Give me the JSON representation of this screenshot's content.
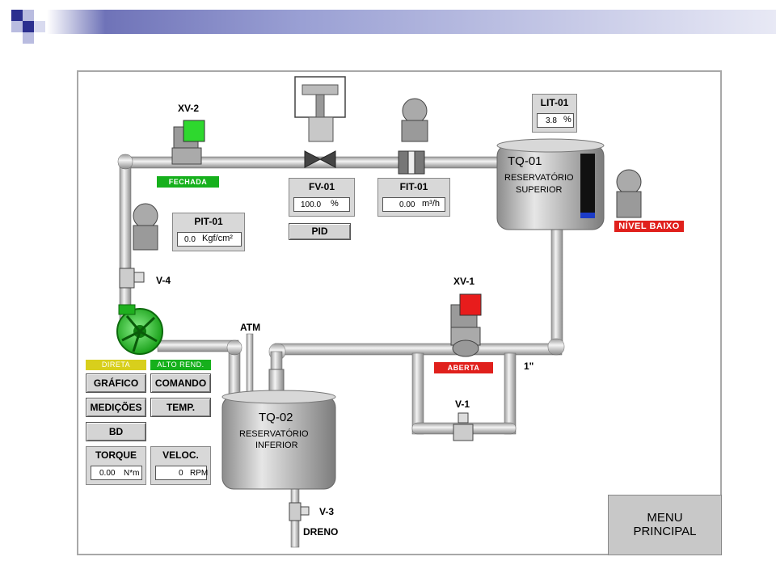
{
  "slide_colors": {
    "bar_start": "#6f73b8",
    "square_dark": "#2b2f8f",
    "square_light": "#b9bce0"
  },
  "valves": {
    "xv2": {
      "tag": "XV-2",
      "status": "FECHADA",
      "status_color": "#16b01c"
    },
    "xv1": {
      "tag": "XV-1",
      "status": "ABERTA",
      "status_color": "#e0201c"
    },
    "v4": "V-4",
    "v1": "V-1",
    "v3": "V-3"
  },
  "instruments": {
    "fv01": {
      "tag": "FV-01",
      "value": "100.0",
      "unit": "%"
    },
    "fit01": {
      "tag": "FIT-01",
      "value": "0.00",
      "unit": "m³/h"
    },
    "pit01": {
      "tag": "PIT-01",
      "value": "0.0",
      "unit": "Kgf/cm²"
    },
    "lit01": {
      "tag": "LIT-01",
      "value": "3.8",
      "unit": "%",
      "level_fraction": 0.038
    },
    "pid_label": "PID"
  },
  "tanks": {
    "tq01": {
      "tag": "TQ-01",
      "line1": "RESERVATÓRIO",
      "line2": "SUPERIOR",
      "alarm": "NÍVEL BAIXO",
      "alarm_color": "#e0201c"
    },
    "tq02": {
      "tag": "TQ-02",
      "line1": "RESERVATÓRIO",
      "line2": "INFERIOR"
    }
  },
  "labels": {
    "atm": "ATM",
    "dreno": "DRENO",
    "pipe_size": "1\""
  },
  "pump": {
    "mode_left": "DIRETA",
    "mode_right": "ALTO REND.",
    "mode_left_color": "#d8cf1c",
    "mode_right_color": "#16b01c"
  },
  "buttons": {
    "grafico": "GRÁFICO",
    "comando": "COMANDO",
    "medicoes": "MEDIÇÕES",
    "temp": "TEMP.",
    "bd": "BD"
  },
  "readouts": {
    "torque": {
      "label": "TORQUE",
      "value": "0.00",
      "unit": "N*m"
    },
    "veloc": {
      "label": "VELOC.",
      "value": "0",
      "unit": "RPM"
    }
  },
  "menu": {
    "line1": "MENU",
    "line2": "PRINCIPAL"
  }
}
